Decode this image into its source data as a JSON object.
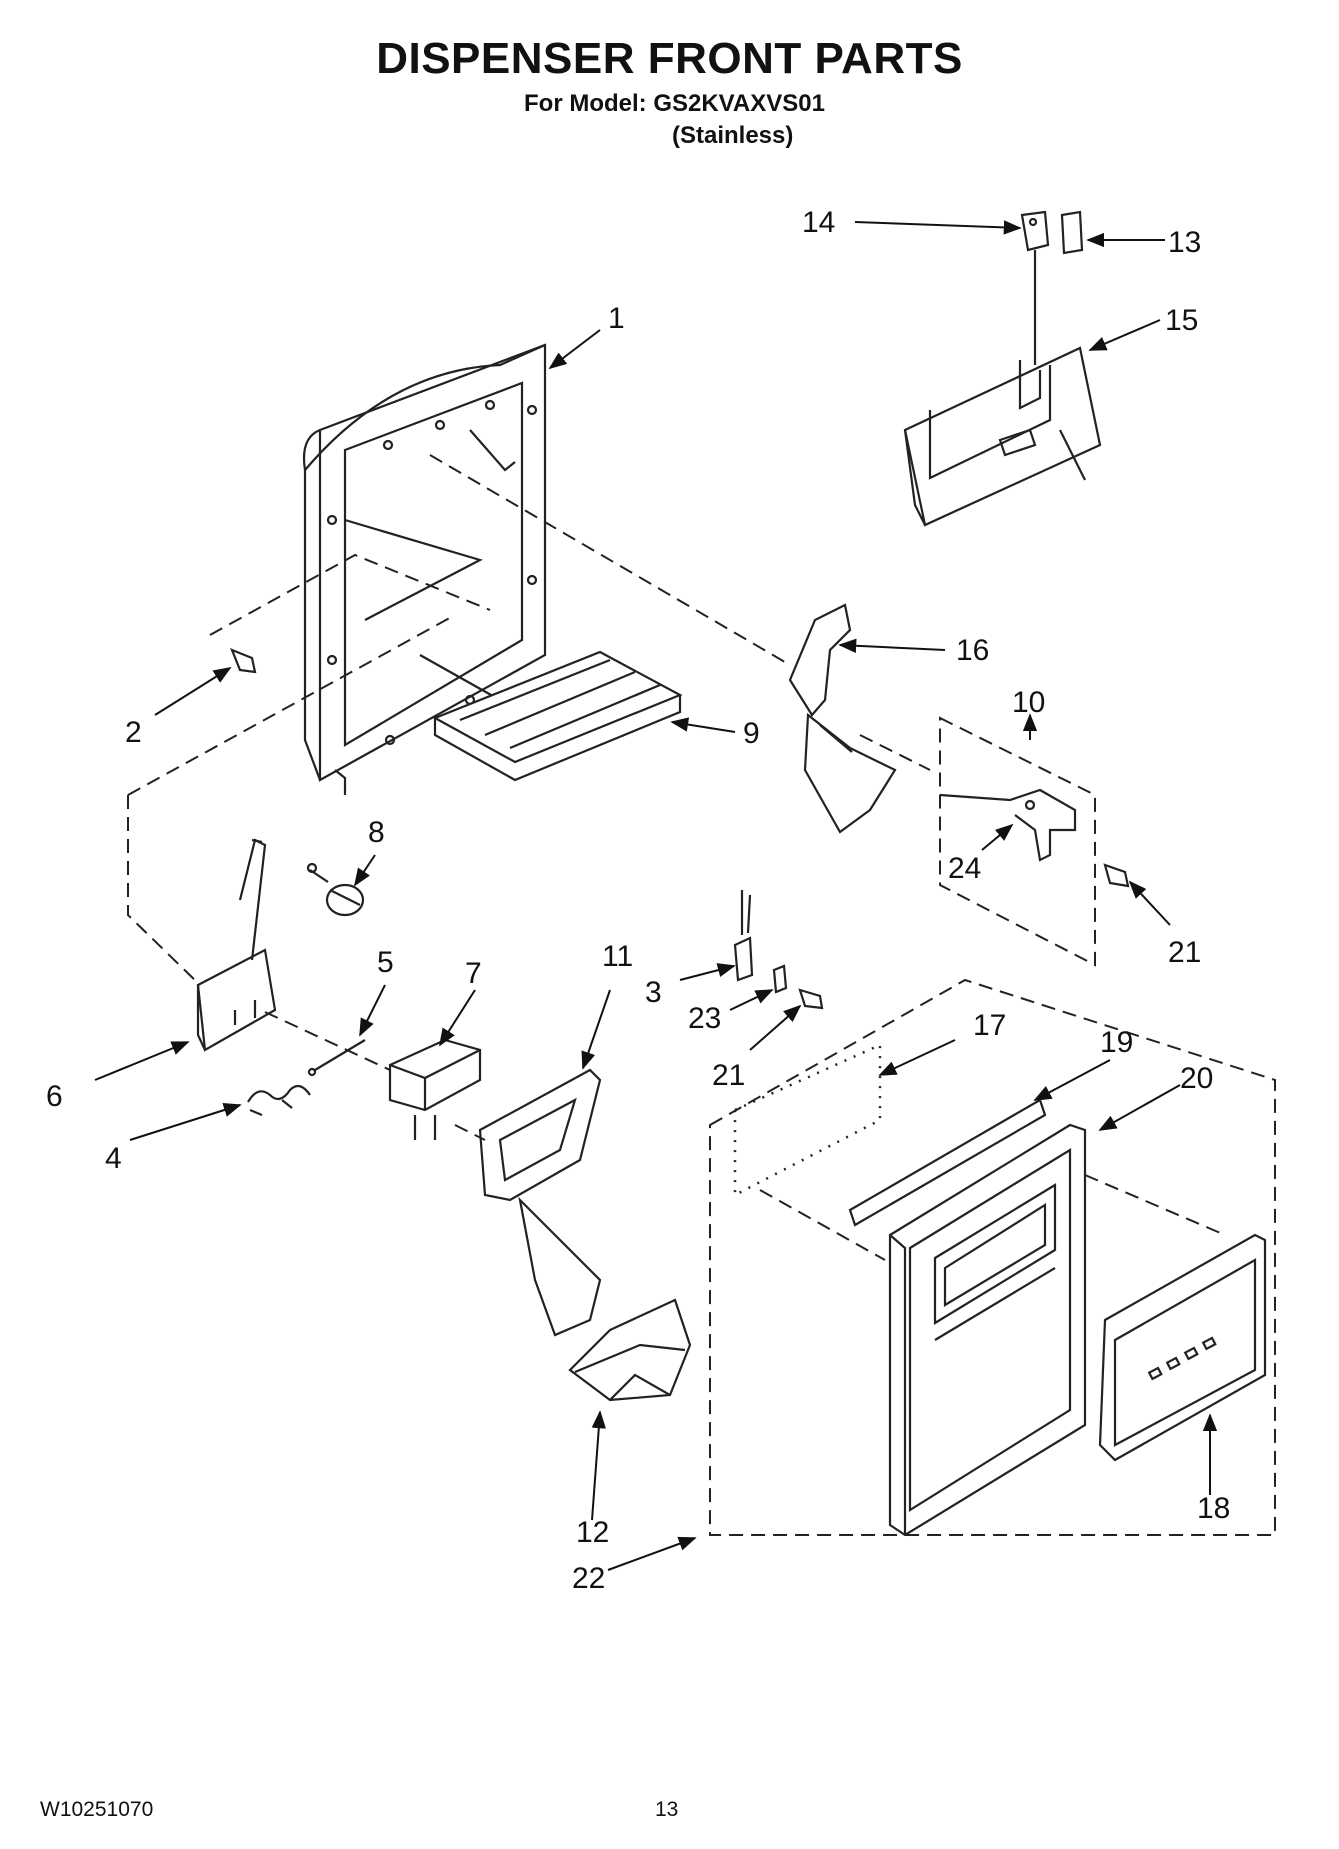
{
  "header": {
    "title": "DISPENSER FRONT PARTS",
    "model": "For Model: GS2KVAXVS01",
    "finish": "(Stainless)"
  },
  "footer": {
    "doc_code": "W10251070",
    "page_number": "13"
  },
  "callouts": {
    "c1": "1",
    "c2": "2",
    "c3": "3",
    "c4": "4",
    "c5": "5",
    "c6": "6",
    "c7": "7",
    "c8": "8",
    "c9": "9",
    "c10": "10",
    "c11": "11",
    "c12": "12",
    "c13": "13",
    "c14": "14",
    "c15": "15",
    "c16": "16",
    "c17": "17",
    "c18": "18",
    "c19": "19",
    "c20": "20",
    "c21a": "21",
    "c21b": "21",
    "c22": "22",
    "c23": "23",
    "c24": "24"
  }
}
